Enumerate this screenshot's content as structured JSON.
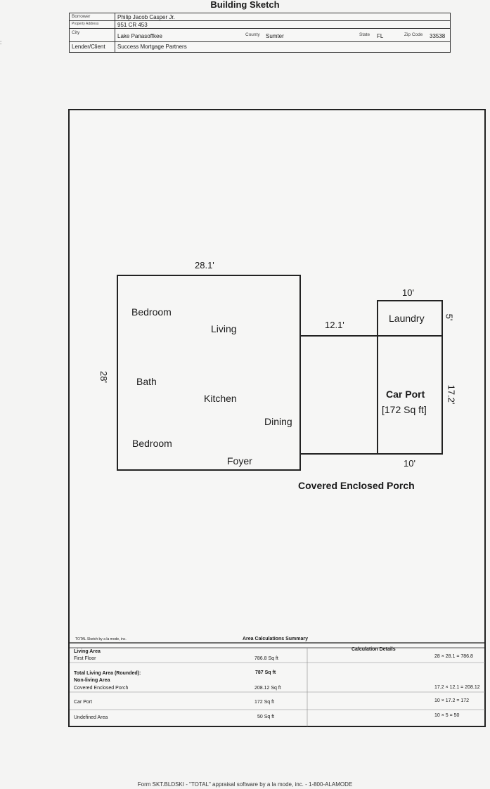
{
  "title": "Building Sketch",
  "header": {
    "borrower_label": "Borrower",
    "borrower": "Philip Jacob Casper Jr.",
    "property_label": "Property Address",
    "property_address": "951 CR 453",
    "city_label": "City",
    "city": "Lake Panasoffkee",
    "county_label": "County",
    "county": "Sumter",
    "state_label": "State",
    "state": "FL",
    "zip_label": "Zip Code",
    "zip": "33538",
    "lender_label": "Lender/Client",
    "lender": "Success Mortgage Partners"
  },
  "sketch": {
    "rooms": {
      "bedroom1": "Bedroom",
      "living": "Living",
      "bath": "Bath",
      "kitchen": "Kitchen",
      "dining": "Dining",
      "bedroom2": "Bedroom",
      "foyer": "Foyer",
      "laundry": "Laundry",
      "carport": "Car Port",
      "carport_area": "[172 Sq ft]",
      "porch": "Covered Enclosed Porch"
    },
    "dims": {
      "main_width": "28.1'",
      "main_height": "28'",
      "porch_width": "12.1'",
      "laundry_top": "10'",
      "laundry_side": "5'",
      "carport_side": "17.2'",
      "carport_bottom": "10'"
    }
  },
  "summary": {
    "software_label": "TOTAL Sketch by a la mode, inc.",
    "title": "Area Calculations Summary",
    "details_title": "Calculation Details",
    "living_area": "Living Area",
    "first_floor": "First Floor",
    "first_floor_area": "786.8 Sq ft",
    "first_floor_calc": "28 × 28.1   =   786.8",
    "total_living": "Total Living Area (Rounded):",
    "total_living_area": "787 Sq ft",
    "non_living": "Non-living Area",
    "porch": "Covered Enclosed Porch",
    "porch_area": "208.12 Sq ft",
    "porch_calc": "17.2 × 12.1  =  208.12",
    "carport": "Car Port",
    "carport_area": "172 Sq ft",
    "carport_calc": "10 × 17.2   =   172",
    "undefined": "Undefined Area",
    "undefined_area": "50 Sq ft",
    "undefined_calc": "10 × 5    =    50"
  },
  "footer": "Form SKT.BLDSKI - \"TOTAL\" appraisal software by a la mode, inc. - 1-800-ALAMODE"
}
